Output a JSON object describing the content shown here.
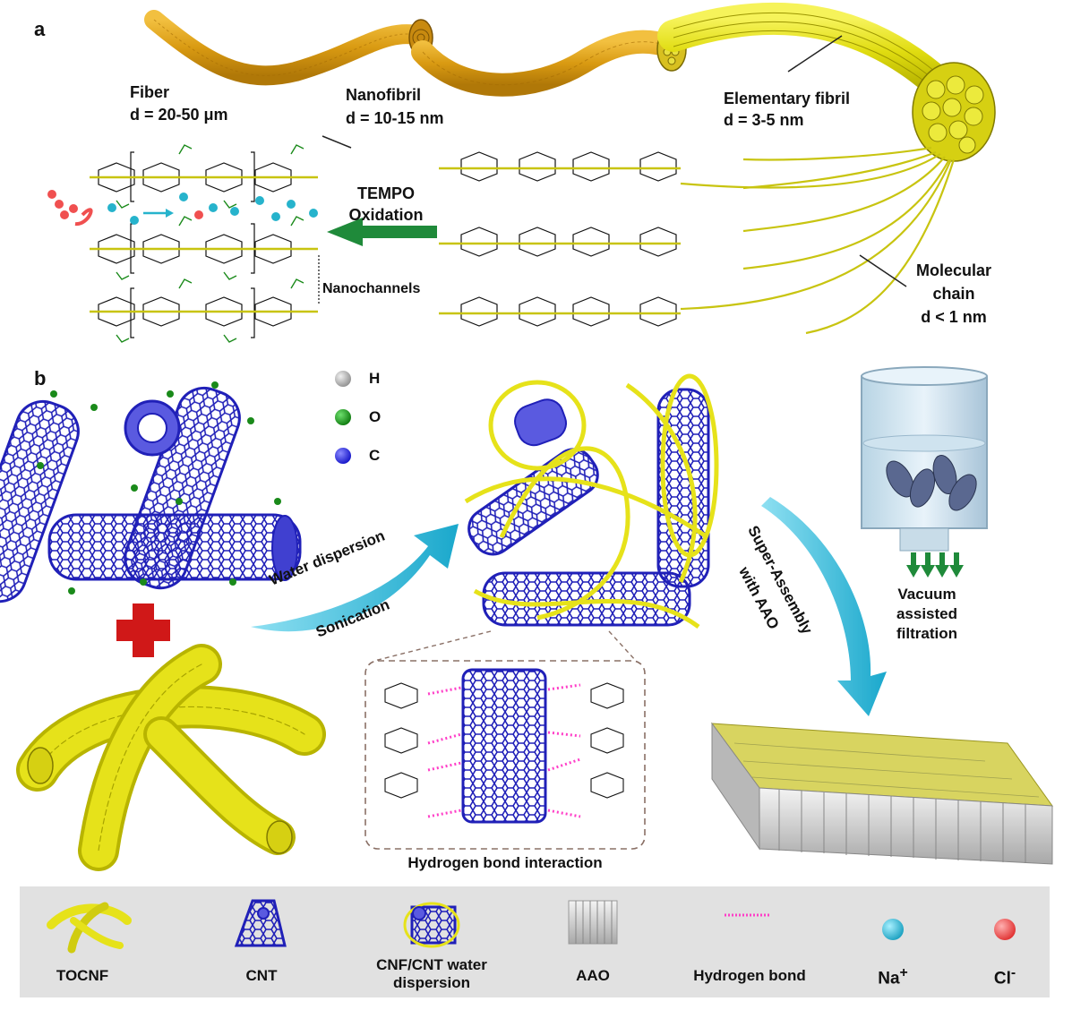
{
  "panel_a": {
    "letter": "a",
    "fiber_label": "Fiber",
    "fiber_d": "d = 20-50 μm",
    "nanofibril_label": "Nanofibril",
    "nanofibril_d": "d = 10-15 nm",
    "elementary_label": "Elementary fibril",
    "elementary_d": "d = 3-5 nm",
    "chain_label_1": "Molecular",
    "chain_label_2": "chain",
    "chain_d": "d < 1 nm",
    "tempo_1": "TEMPO",
    "tempo_2": "Oxidation",
    "nanochannels": "Nanochannels"
  },
  "panel_b": {
    "letter": "b",
    "atom_h": "H",
    "atom_o": "O",
    "atom_c": "C",
    "water_dispersion": "Water dispersion",
    "sonication": "Sonication",
    "super_assembly_1": "Super-Assembly",
    "super_assembly_2": "with AAO",
    "vacuum_1": "Vacuum",
    "vacuum_2": "assisted",
    "vacuum_3": "filtration",
    "hbond_caption": "Hydrogen bond interaction"
  },
  "legend": {
    "tocnf": "TOCNF",
    "cnt": "CNT",
    "dispersion_1": "CNF/CNT water",
    "dispersion_2": "dispersion",
    "aao": "AAO",
    "hbond": "Hydrogen bond",
    "na": "Na",
    "na_sup": "+",
    "cl": "Cl",
    "cl_sup": "-"
  },
  "colors": {
    "fiber_orange": "#d99a12",
    "cellulose_yellow": "#e6e21a",
    "cnt_blue": "#3434c8",
    "oxygen_green": "#1a8a1a",
    "arrow_green": "#1f8a3a",
    "arrow_cyan": "#2cb4d4",
    "na_ion": "#26b3cc",
    "cl_ion": "#f05050",
    "hbond_pink": "#ff3fc8",
    "legend_bg": "#e1e1e1"
  }
}
